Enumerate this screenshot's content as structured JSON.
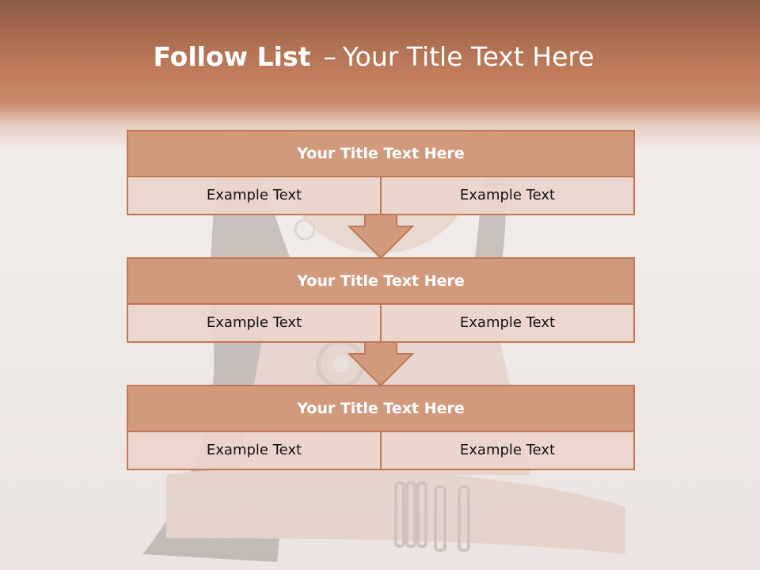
{
  "slide": {
    "title_bold": "Follow List",
    "title_separator": "–",
    "title_rest": "Your Title Text Here"
  },
  "blocks": [
    {
      "title": "Your Title Text Here",
      "left": "Example Text",
      "right": "Example Text"
    },
    {
      "title": "Your Title Text Here",
      "left": "Example Text",
      "right": "Example Text"
    },
    {
      "title": "Your Title Text Here",
      "left": "Example Text",
      "right": "Example Text"
    }
  ],
  "colors": {
    "header": "#c27e5e",
    "box_title": "#d19a7d",
    "box_body": "#ecd5cc",
    "border": "#c07858"
  }
}
